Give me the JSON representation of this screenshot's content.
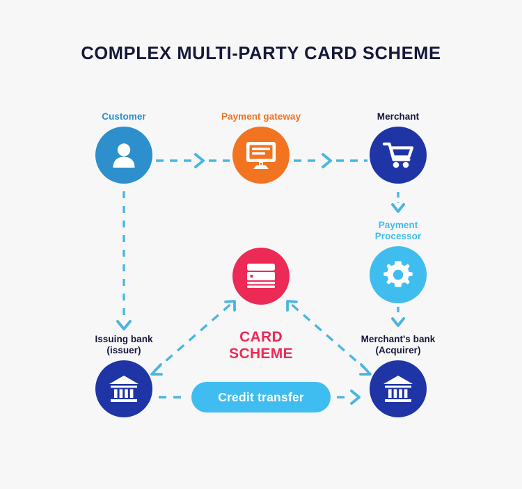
{
  "title": "COMPLEX MULTI-PARTY CARD SCHEME",
  "colors": {
    "background": "#f7f7f8",
    "title": "#15183a",
    "customer": "#2d8fcb",
    "gateway": "#f27420",
    "merchant": "#1f35a5",
    "processor": "#3fbdee",
    "scheme": "#ec2a55",
    "bank": "#1f35a5",
    "connector": "#4ab6e0",
    "pill": "#40bdf0",
    "label_dark": "#15183a"
  },
  "nodes": {
    "customer": {
      "label": "Customer",
      "icon": "person-icon"
    },
    "gateway": {
      "label": "Payment gateway",
      "icon": "monitor-icon"
    },
    "merchant": {
      "label": "Merchant",
      "icon": "shopping-cart-icon"
    },
    "processor": {
      "label": "Payment\nProcessor",
      "icon": "gear-icon"
    },
    "scheme": {
      "label": "CARD\nSCHEME",
      "icon": "credit-card-icon"
    },
    "issuing_bank": {
      "label": "Issuing bank\n(issuer)",
      "icon": "bank-icon"
    },
    "merchant_bank": {
      "label": "Merchant's bank\n(Acquirer)",
      "icon": "bank-icon"
    }
  },
  "pill": {
    "label": "Credit transfer"
  },
  "edges": [
    {
      "name": "customer-to-gateway",
      "from": "customer",
      "to": "gateway",
      "direction": "forward"
    },
    {
      "name": "gateway-to-merchant",
      "from": "gateway",
      "to": "merchant",
      "direction": "forward"
    },
    {
      "name": "customer-to-issuing-bank",
      "from": "customer",
      "to": "issuing_bank",
      "direction": "forward"
    },
    {
      "name": "merchant-to-processor",
      "from": "merchant",
      "to": "processor",
      "direction": "forward"
    },
    {
      "name": "processor-to-merchant-bank",
      "from": "processor",
      "to": "merchant_bank",
      "direction": "forward"
    },
    {
      "name": "issuing-bank-to-scheme",
      "from": "issuing_bank",
      "to": "scheme",
      "direction": "both"
    },
    {
      "name": "merchant-bank-to-scheme",
      "from": "merchant_bank",
      "to": "scheme",
      "direction": "both"
    },
    {
      "name": "issuing-bank-to-merchant-bank",
      "from": "issuing_bank",
      "to": "merchant_bank",
      "direction": "forward"
    }
  ]
}
